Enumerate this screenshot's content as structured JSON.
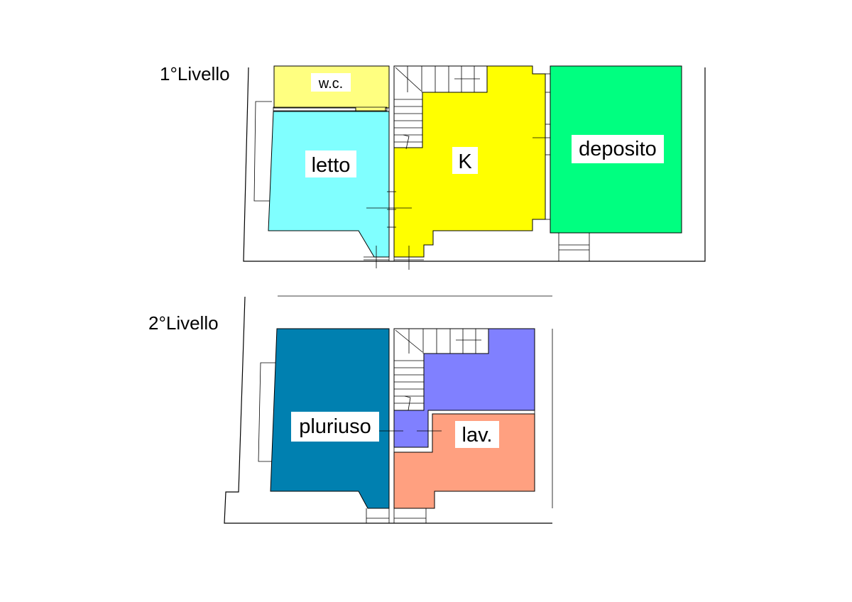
{
  "levels": [
    {
      "title": "1°Livello",
      "rooms": [
        {
          "id": "wc",
          "label": "w.c.",
          "color": "#ffff80"
        },
        {
          "id": "letto",
          "label": "letto",
          "color": "#80ffff"
        },
        {
          "id": "k",
          "label": "K",
          "color": "#ffff00"
        },
        {
          "id": "deposito",
          "label": "deposito",
          "color": "#00ff80"
        }
      ]
    },
    {
      "title": "2°Livello",
      "rooms": [
        {
          "id": "pluriuso",
          "label": "pluriuso",
          "color": "#0080b0"
        },
        {
          "id": "disimpegno",
          "label": "",
          "color": "#8080ff"
        },
        {
          "id": "lav",
          "label": "lav.",
          "color": "#ffa080"
        }
      ]
    }
  ]
}
